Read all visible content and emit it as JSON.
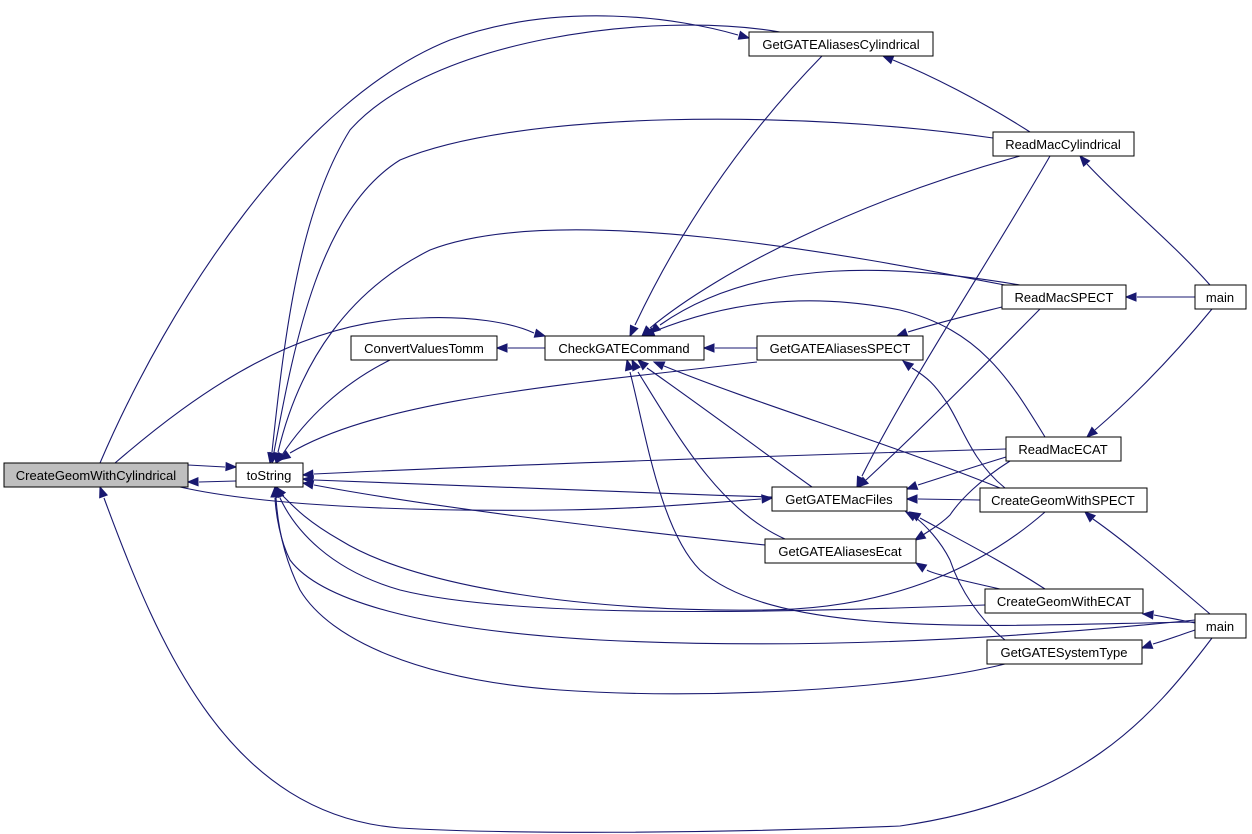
{
  "graph": {
    "title": "",
    "edge_color": "#191970",
    "root_fill": "#bfbfbf",
    "nodes": [
      {
        "id": "cgwc",
        "label": "CreateGeomWithCylindrical",
        "root": true
      },
      {
        "id": "tostring",
        "label": "toString"
      },
      {
        "id": "gaac",
        "label": "GetGATEAliasesCylindrical"
      },
      {
        "id": "cvt",
        "label": "ConvertValuesTomm"
      },
      {
        "id": "cgc",
        "label": "CheckGATECommand"
      },
      {
        "id": "gaas",
        "label": "GetGATEAliasesSPECT"
      },
      {
        "id": "gmf",
        "label": "GetGATEMacFiles"
      },
      {
        "id": "gae",
        "label": "GetGATEAliasesEcat"
      },
      {
        "id": "gst",
        "label": "GetGATESystemType"
      },
      {
        "id": "rmc",
        "label": "ReadMacCylindrical"
      },
      {
        "id": "rms",
        "label": "ReadMacSPECT"
      },
      {
        "id": "rme",
        "label": "ReadMacECAT"
      },
      {
        "id": "cgws",
        "label": "CreateGeomWithSPECT"
      },
      {
        "id": "cgwe",
        "label": "CreateGeomWithECAT"
      },
      {
        "id": "main1",
        "label": "main"
      },
      {
        "id": "main2",
        "label": "main"
      }
    ]
  }
}
